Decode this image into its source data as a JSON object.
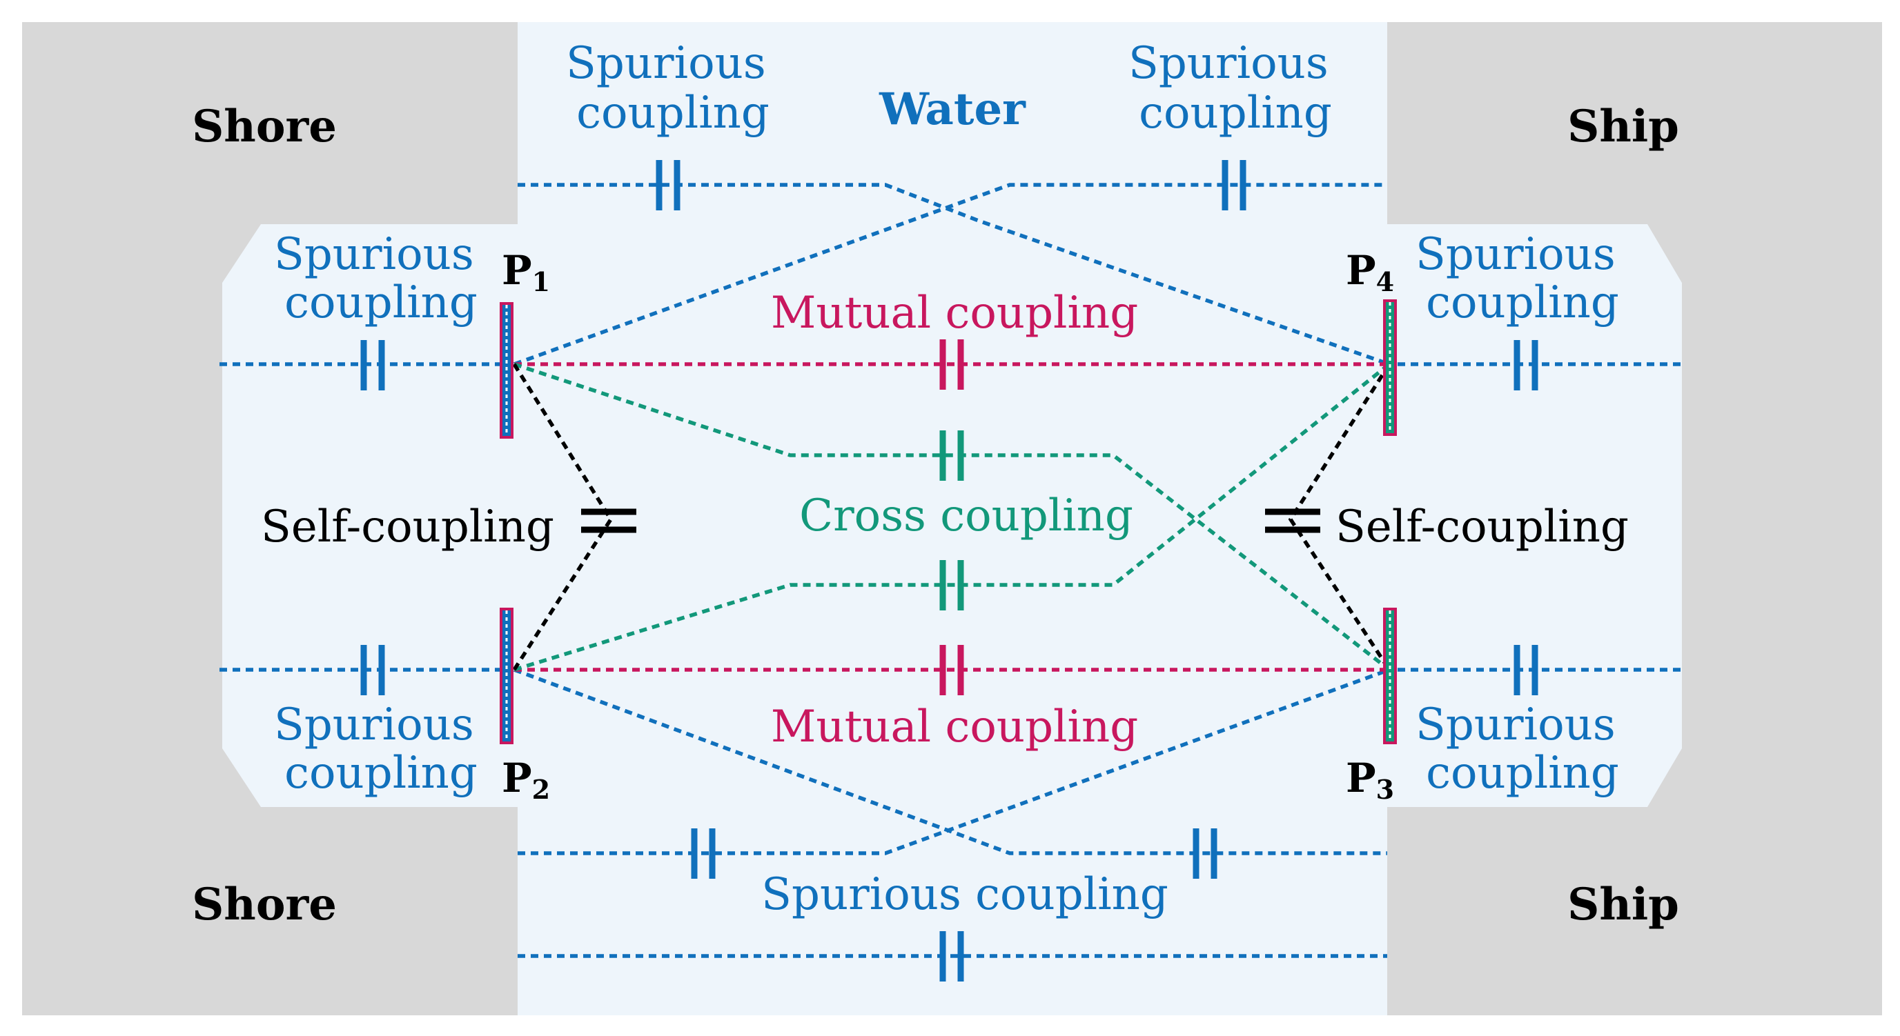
{
  "colors": {
    "blue": "#1070BC",
    "crimson": "#C8175E",
    "green": "#12987A",
    "black": "#000000",
    "land": "#D8D8D8",
    "water": "#EEF5FB"
  },
  "regions": {
    "shore_top": "Shore",
    "shore_bottom": "Shore",
    "ship_top": "Ship",
    "ship_bottom": "Ship",
    "water": "Water"
  },
  "pads": {
    "p1": {
      "letter": "P",
      "sub": "1"
    },
    "p2": {
      "letter": "P",
      "sub": "2"
    },
    "p3": {
      "letter": "P",
      "sub": "3"
    },
    "p4": {
      "letter": "P",
      "sub": "4"
    }
  },
  "labels": {
    "spurious_top_left": [
      "Spurious",
      "coupling"
    ],
    "spurious_top_right": [
      "Spurious",
      "coupling"
    ],
    "spurious_p1": [
      "Spurious",
      "coupling"
    ],
    "spurious_p4": [
      "Spurious",
      "coupling"
    ],
    "spurious_p2": [
      "Spurious",
      "coupling"
    ],
    "spurious_p3": [
      "Spurious",
      "coupling"
    ],
    "spurious_bottom": "Spurious coupling",
    "mutual_top": "Mutual coupling",
    "mutual_bottom": "Mutual coupling",
    "cross": "Cross coupling",
    "self_left": "Self-coupling",
    "self_right": "Self-coupling"
  }
}
